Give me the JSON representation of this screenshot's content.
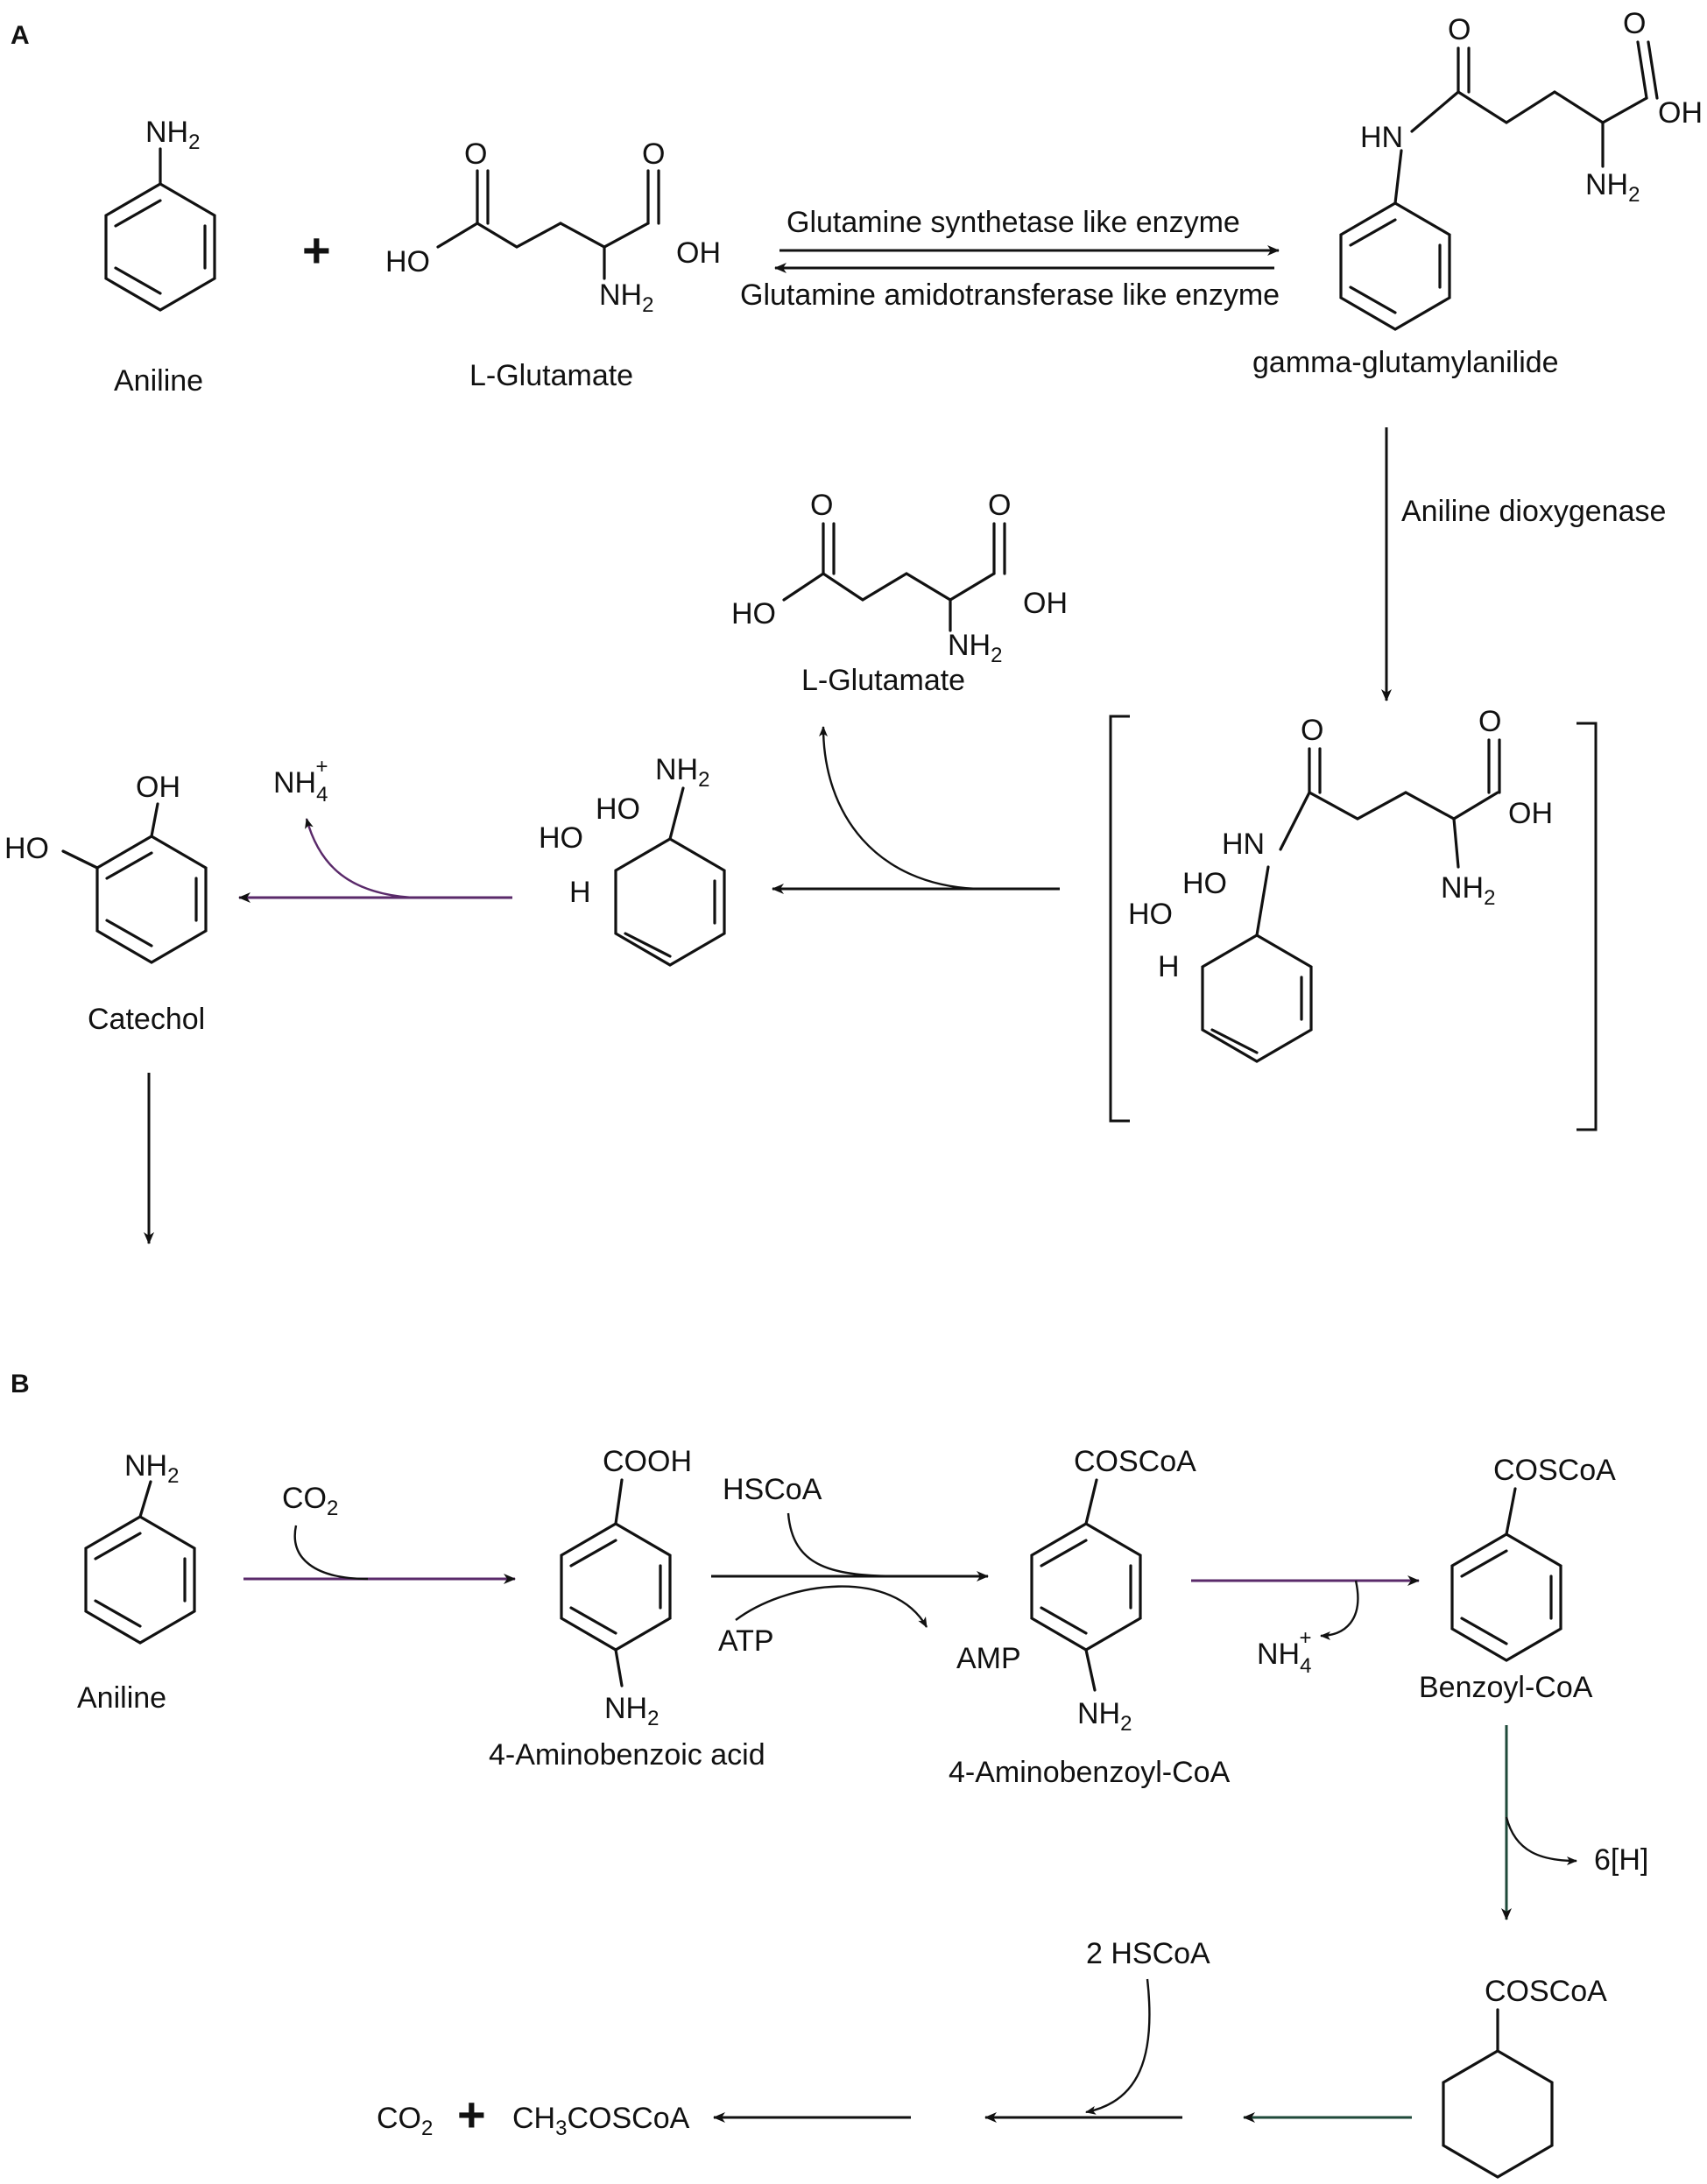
{
  "panels": {
    "a": "A",
    "b": "B"
  },
  "atoms": {
    "nh2": "NH",
    "two": "2",
    "three": "3",
    "four": "4",
    "plus_charge": "+",
    "oh": "OH",
    "ho": "HO",
    "o": "O",
    "hn": "HN",
    "h": "H",
    "nh4": "NH",
    "cooh": "COOH",
    "coscoa": "COSCoA",
    "co2": "CO",
    "ch3coscoa_a": "CH",
    "ch3coscoa_b": "COSCoA"
  },
  "plus_sign": "+",
  "panel_a": {
    "aniline": "Aniline",
    "l_glutamate": "L-Glutamate",
    "l_glutamate_2": "L-Glutamate",
    "gamma_glutamylanilide": "gamma-glutamylanilide",
    "catechol": "Catechol",
    "enzyme_forward": "Glutamine synthetase like enzyme",
    "enzyme_reverse": "Glutamine amidotransferase like enzyme",
    "aniline_dioxygenase": "Aniline dioxygenase"
  },
  "panel_b": {
    "aniline": "Aniline",
    "co2": "CO",
    "aminobenzoic_acid": "4-Aminobenzoic acid",
    "hscoa": "HSCoA",
    "atp": "ATP",
    "amp": "AMP",
    "aminobenzoyl_coa": "4-Aminobenzoyl-CoA",
    "benzoyl_coa": "Benzoyl-CoA",
    "six_h": "6[H]",
    "two_hscoa": "2 HSCoA"
  },
  "colors": {
    "ink": "#111111",
    "purple_arrow": "#5a2a6a",
    "green_arrow": "#1f4a3a"
  }
}
